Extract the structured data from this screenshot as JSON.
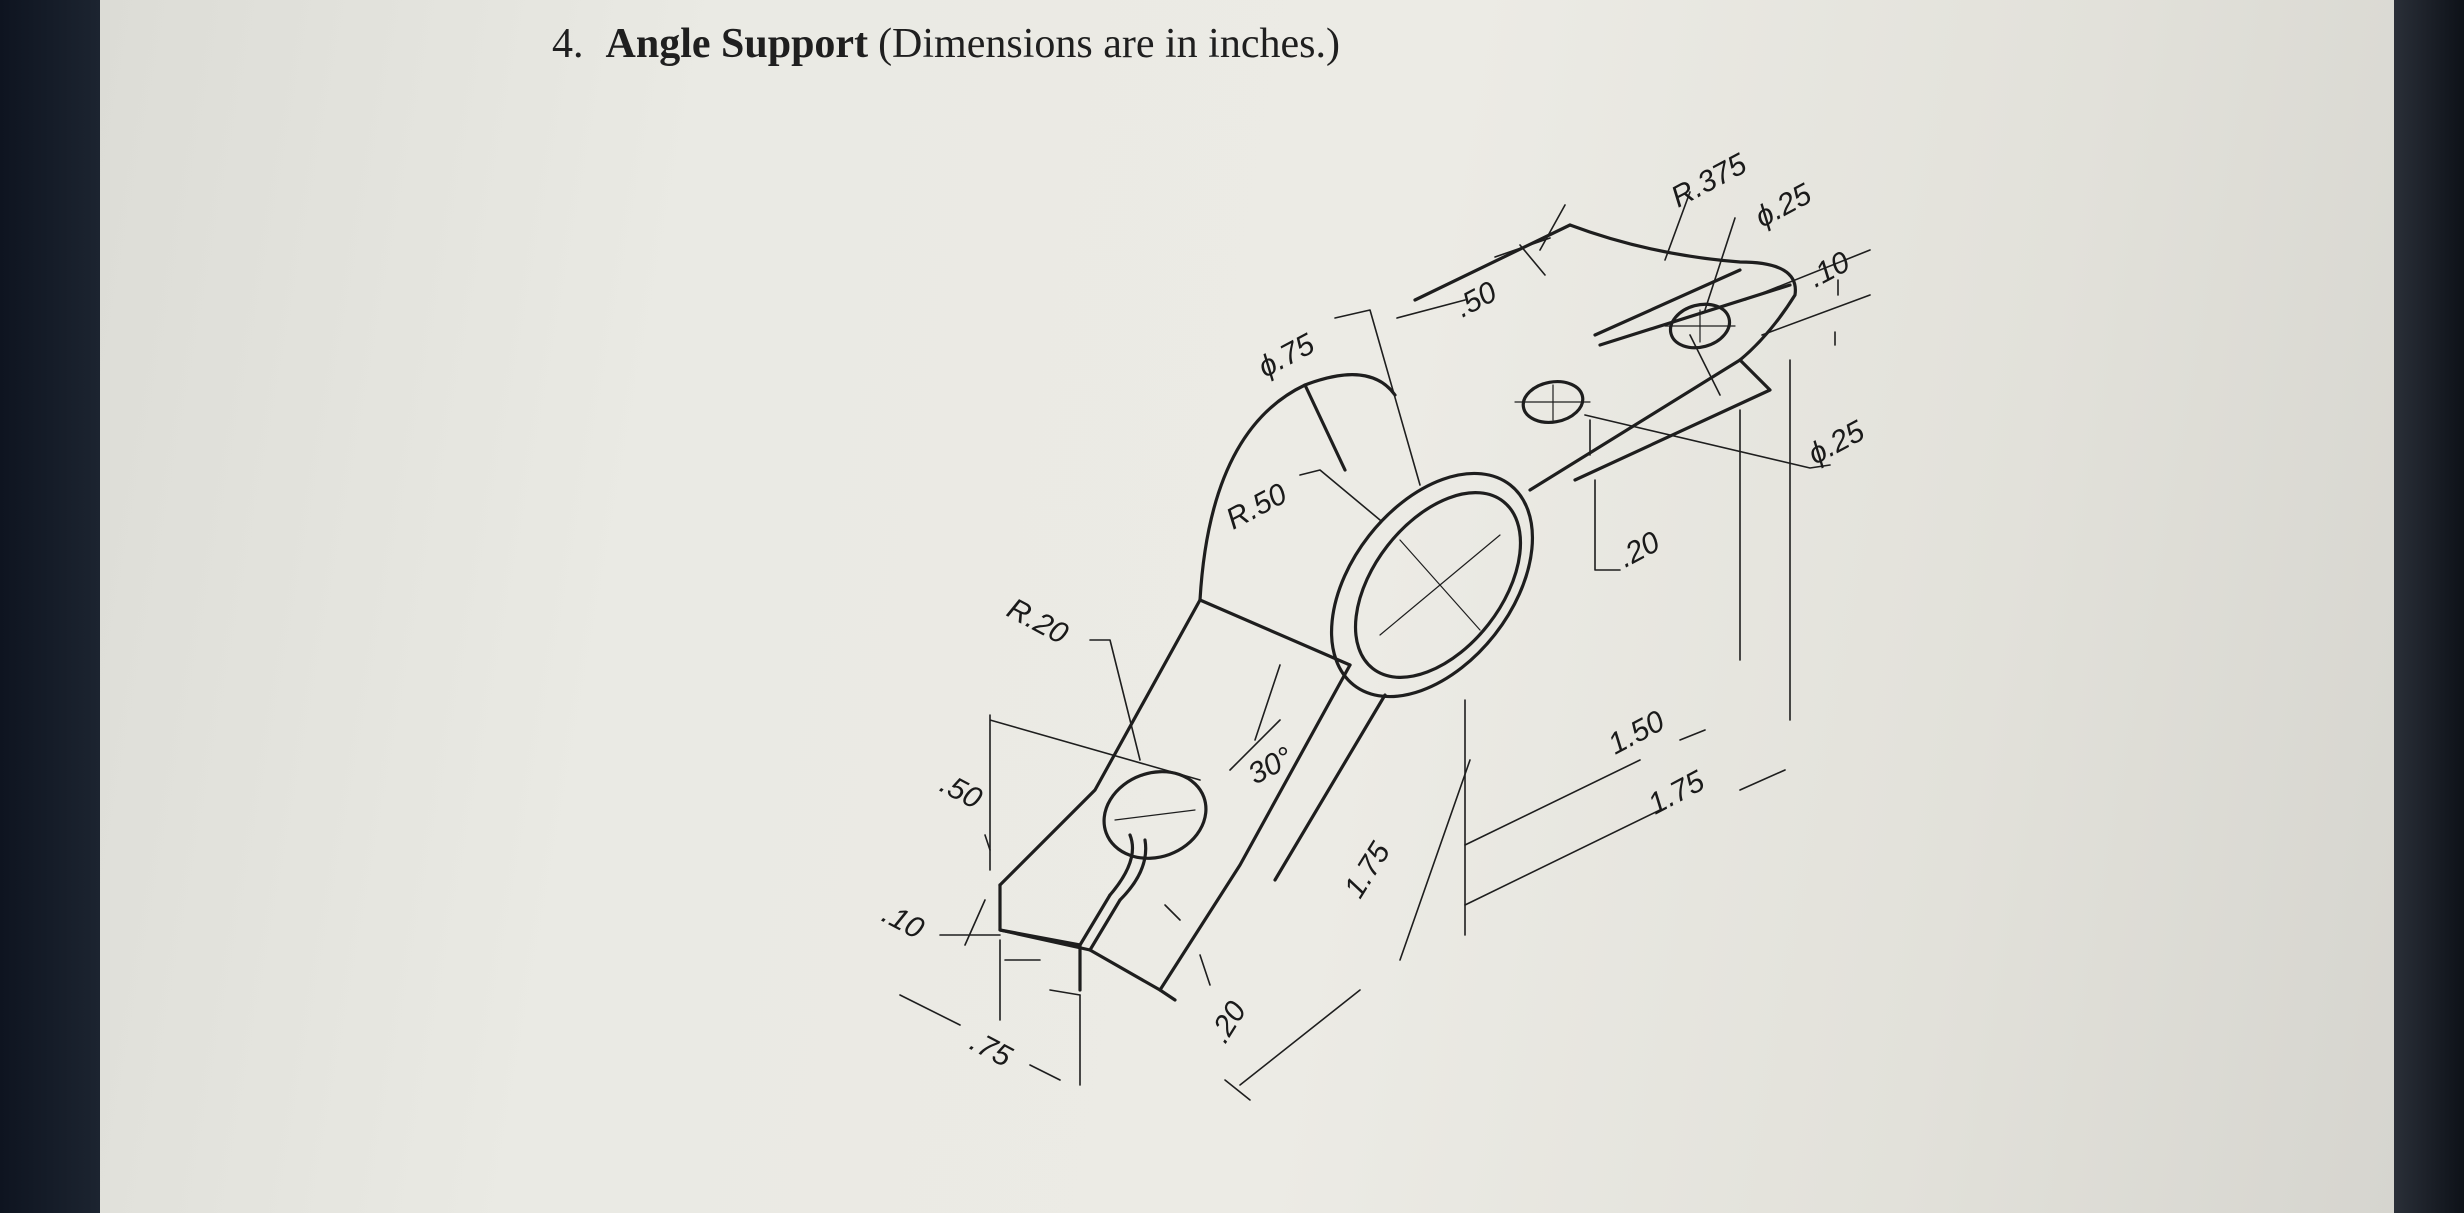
{
  "problem": {
    "number": "4.",
    "title": "Angle Support",
    "subtitle": "(Dimensions are in inches.)"
  },
  "dimensions": {
    "r375": "R.375",
    "dia25_top": "ϕ.25",
    "d10_right": ".10",
    "d50_top": ".50",
    "dia75": "ϕ.75",
    "dia25_right": "ϕ.25",
    "r50": "R.50",
    "d20_mid": ".20",
    "r20": "R.20",
    "ang30": "30°",
    "d150": "1.50",
    "d175_right": "1.75",
    "d50_left": ".50",
    "d175_bottom": "1.75",
    "d10_left": ".10",
    "d20_bottom": ".20",
    "d75": ".75"
  }
}
